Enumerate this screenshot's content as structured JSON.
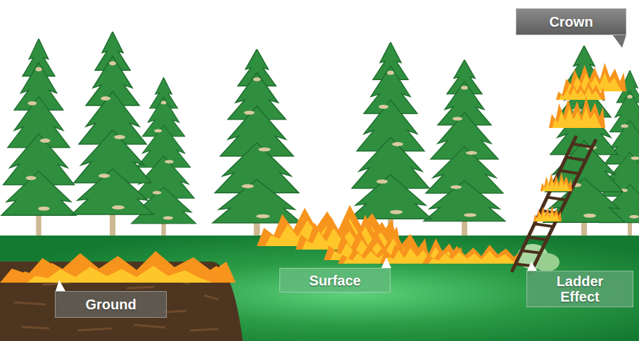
{
  "diagram": {
    "nodes": [
      {
        "text": [
          "Crown"
        ]
      },
      {
        "text": [
          "Ground"
        ]
      },
      {
        "text": [
          "Surface"
        ]
      },
      {
        "text": [
          "Ladder Effect"
        ]
      }
    ]
  }
}
